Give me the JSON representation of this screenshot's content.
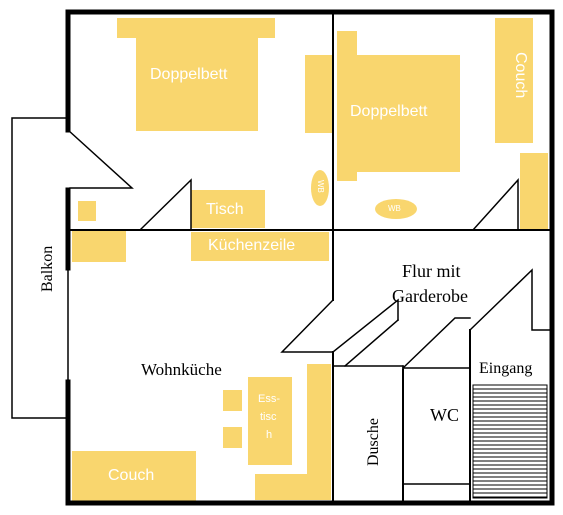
{
  "colors": {
    "furniture": "#f9d66e",
    "wall": "#000000",
    "background": "#ffffff",
    "furniture_text": "#ffffff"
  },
  "furniture": {
    "bed_1": "Doppelbett",
    "bed_2": "Doppelbett",
    "couch_top": "Couch",
    "wb_1": "WB",
    "wb_2": "WB",
    "table": "Tisch",
    "kitchenette": "Küchenzeile",
    "dining_table_lines": [
      "Ess-",
      "tisc",
      "h"
    ],
    "couch_bottom": "Couch"
  },
  "rooms": {
    "balcony": "Balkon",
    "hallway_line1": "Flur mit",
    "hallway_line2": "Garderobe",
    "entrance": "Eingang",
    "living_kitchen": "Wohnküche",
    "shower": "Dusche",
    "wc": "WC"
  }
}
